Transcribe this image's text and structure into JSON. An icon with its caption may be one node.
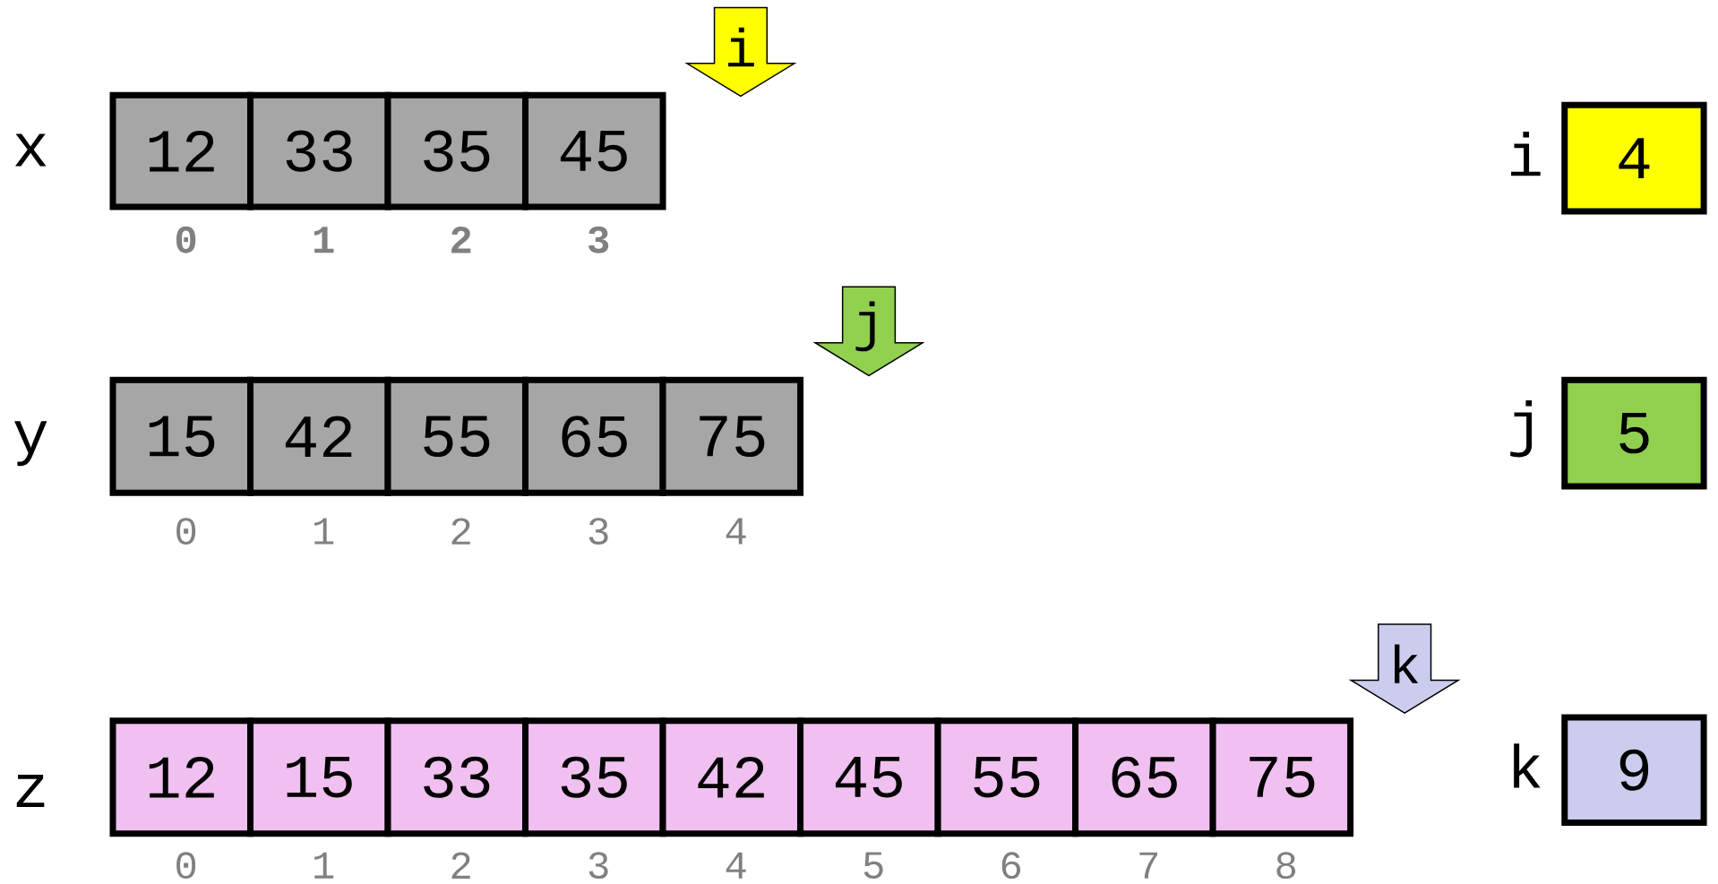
{
  "diagram": {
    "nodes": [
      {
        "text": [
          "i"
        ]
      },
      {
        "text": [
          "12"
        ],
        "beside": [
          "0"
        ]
      },
      {
        "text": [
          "33"
        ],
        "beside": [
          "1"
        ]
      },
      {
        "text": [
          "35"
        ],
        "beside": [
          "2"
        ]
      },
      {
        "text": [
          "45"
        ],
        "beside": [
          "3"
        ]
      },
      {
        "text": [
          "4"
        ],
        "beside": [
          "i"
        ]
      },
      {
        "text": [
          "j"
        ]
      },
      {
        "text": [
          "15"
        ],
        "beside": [
          "0"
        ]
      },
      {
        "text": [
          "42"
        ],
        "beside": [
          "1"
        ]
      },
      {
        "text": [
          "55"
        ],
        "beside": [
          "2"
        ]
      },
      {
        "text": [
          "65"
        ],
        "beside": [
          "3"
        ]
      },
      {
        "text": [
          "75"
        ],
        "beside": [
          "4"
        ]
      },
      {
        "text": [
          "5"
        ],
        "beside": [
          "j"
        ]
      },
      {
        "text": [
          "k"
        ]
      },
      {
        "text": [
          "12"
        ],
        "beside": [
          "0"
        ]
      },
      {
        "text": [
          "15"
        ],
        "beside": [
          "1"
        ]
      },
      {
        "text": [
          "33"
        ],
        "beside": [
          "2"
        ]
      },
      {
        "text": [
          "35"
        ],
        "beside": [
          "3"
        ]
      },
      {
        "text": [
          "42"
        ],
        "beside": [
          "4"
        ]
      },
      {
        "text": [
          "45"
        ],
        "beside": [
          "5"
        ]
      },
      {
        "text": [
          "55"
        ],
        "beside": [
          "6"
        ]
      },
      {
        "text": [
          "65"
        ],
        "beside": [
          "7"
        ]
      },
      {
        "text": [
          "75"
        ],
        "beside": [
          "8"
        ]
      },
      {
        "text": [
          "9"
        ],
        "beside": [
          "k"
        ]
      }
    ],
    "labels": [
      "x",
      "y",
      "z"
    ]
  }
}
